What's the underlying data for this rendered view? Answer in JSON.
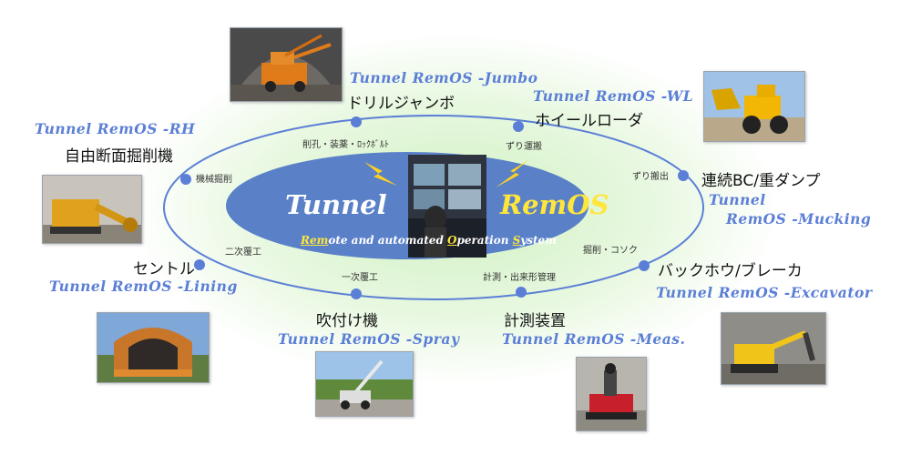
{
  "center": {
    "word_left": "Tunnel",
    "word_right": "RemOS",
    "tagline": [
      {
        "text": "Rem",
        "hl": true
      },
      {
        "text": "ote and automated ",
        "hl": false
      },
      {
        "text": "O",
        "hl": true
      },
      {
        "text": "peration ",
        "hl": false
      },
      {
        "text": "S",
        "hl": true
      },
      {
        "text": "ystem",
        "hl": false
      }
    ]
  },
  "colors": {
    "ring": "#5b7fd6",
    "center_fill": "#5a81c8",
    "word_left": "#ffffff",
    "word_right": "#ffe63a",
    "accent_text": "#5b7fd6",
    "lightning": "#ffd21f",
    "glow": "#d3f1c6"
  },
  "systems": [
    {
      "id": "jumbo",
      "name": "Tunnel RemOS -Jumbo",
      "machine": "ドリルジャンボ",
      "photo_icon": "drill-jumbo-photo"
    },
    {
      "id": "wl",
      "name": "Tunnel RemOS -WL",
      "machine": "ホイールローダ",
      "photo_icon": "wheel-loader-photo"
    },
    {
      "id": "rh",
      "name": "Tunnel RemOS -RH",
      "machine": "自由断面掘削機",
      "photo_icon": "roadheader-photo"
    },
    {
      "id": "mucking",
      "name_lines": [
        "Tunnel",
        "RemOS -Mucking"
      ],
      "machine": "連続BC/重ダンプ",
      "photo_icon": "wheel-loader-photo"
    },
    {
      "id": "lining",
      "name": "Tunnel RemOS -Lining",
      "machine": "セントル",
      "photo_icon": "lining-form-photo"
    },
    {
      "id": "excavator",
      "name": "Tunnel RemOS -Excavator",
      "machine": "バックホウ/ブレーカ",
      "photo_icon": "excavator-photo"
    },
    {
      "id": "spray",
      "name": "Tunnel RemOS -Spray",
      "machine": "吹付け機",
      "photo_icon": "spray-machine-photo"
    },
    {
      "id": "meas",
      "name": "Tunnel RemOS -Meas.",
      "machine": "計測装置",
      "photo_icon": "measurement-robot-photo"
    }
  ],
  "stages": {
    "drilling": "削孔・装薬・ﾛｯｸﾎﾞﾙﾄ",
    "mucking_transport": "ずり運搬",
    "mucking_out": "ずり搬出",
    "machine_excavation": "機械掘削",
    "excavation_scaling": "掘削・コソク",
    "secondary_lining": "二次覆工",
    "primary_lining": "一次覆工",
    "measurement": "計測・出来形管理"
  }
}
